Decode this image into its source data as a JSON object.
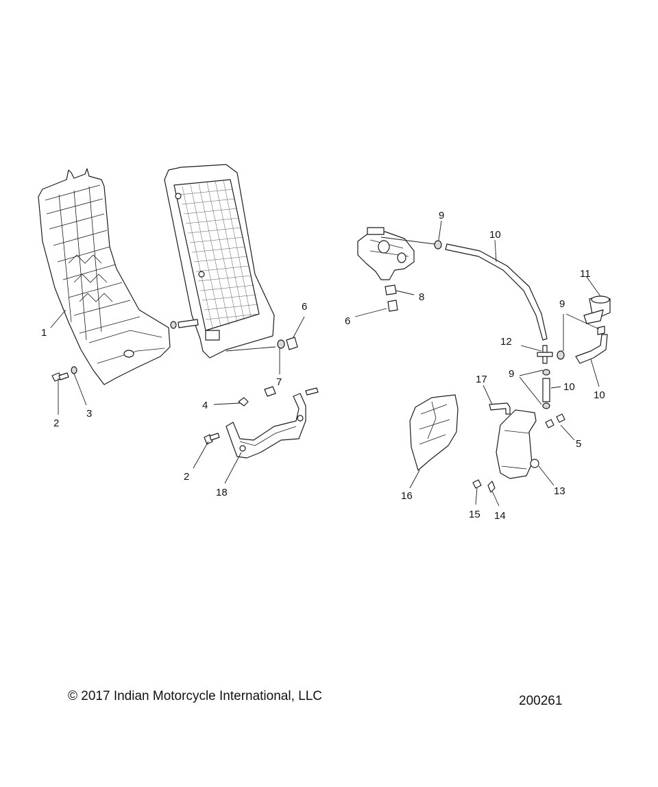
{
  "callouts": [
    {
      "id": "c1",
      "number": "1"
    },
    {
      "id": "c2a",
      "number": "2"
    },
    {
      "id": "c3",
      "number": "3"
    },
    {
      "id": "c2b",
      "number": "2"
    },
    {
      "id": "c4",
      "number": "4"
    },
    {
      "id": "c18",
      "number": "18"
    },
    {
      "id": "c6a",
      "number": "6"
    },
    {
      "id": "c7",
      "number": "7"
    },
    {
      "id": "c6b",
      "number": "6"
    },
    {
      "id": "c8",
      "number": "8"
    },
    {
      "id": "c9a",
      "number": "9"
    },
    {
      "id": "c10a",
      "number": "10"
    },
    {
      "id": "c11",
      "number": "11"
    },
    {
      "id": "c9b",
      "number": "9"
    },
    {
      "id": "c12",
      "number": "12"
    },
    {
      "id": "c9c",
      "number": "9"
    },
    {
      "id": "c10b",
      "number": "10"
    },
    {
      "id": "c10c",
      "number": "10"
    },
    {
      "id": "c17",
      "number": "17"
    },
    {
      "id": "c5",
      "number": "5"
    },
    {
      "id": "c16",
      "number": "16"
    },
    {
      "id": "c13",
      "number": "13"
    },
    {
      "id": "c15",
      "number": "15"
    },
    {
      "id": "c14",
      "number": "14"
    }
  ],
  "footer": {
    "copyright": "© 2017 Indian Motorcycle International, LLC",
    "diagram_number": "200261"
  }
}
